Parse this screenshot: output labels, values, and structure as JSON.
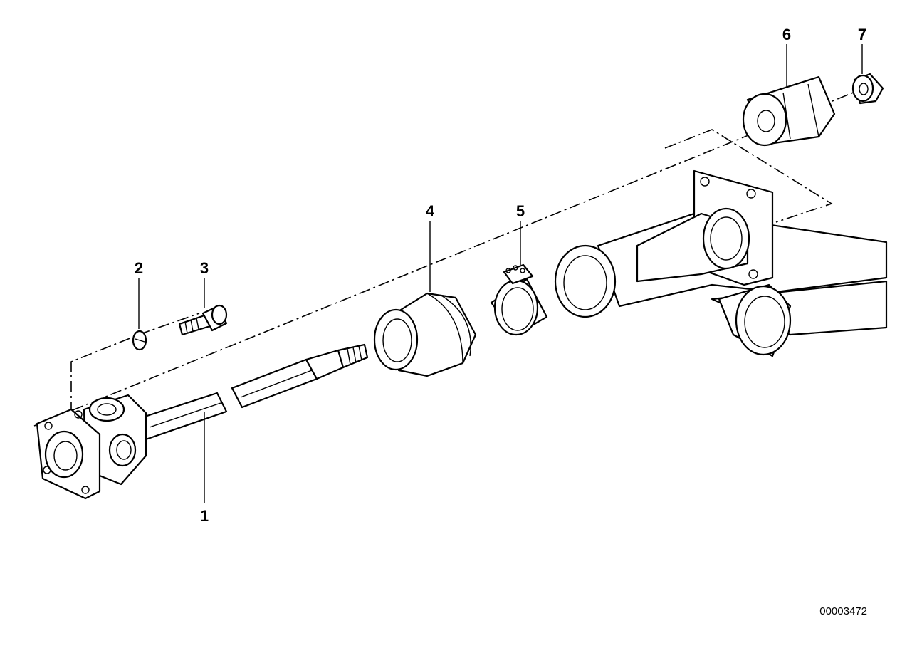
{
  "diagram": {
    "reference_number": "00003472",
    "callouts": [
      {
        "id": "1",
        "label": "1"
      },
      {
        "id": "2",
        "label": "2"
      },
      {
        "id": "3",
        "label": "3"
      },
      {
        "id": "4",
        "label": "4"
      },
      {
        "id": "5",
        "label": "5"
      },
      {
        "id": "6",
        "label": "6"
      },
      {
        "id": "7",
        "label": "7"
      }
    ]
  }
}
